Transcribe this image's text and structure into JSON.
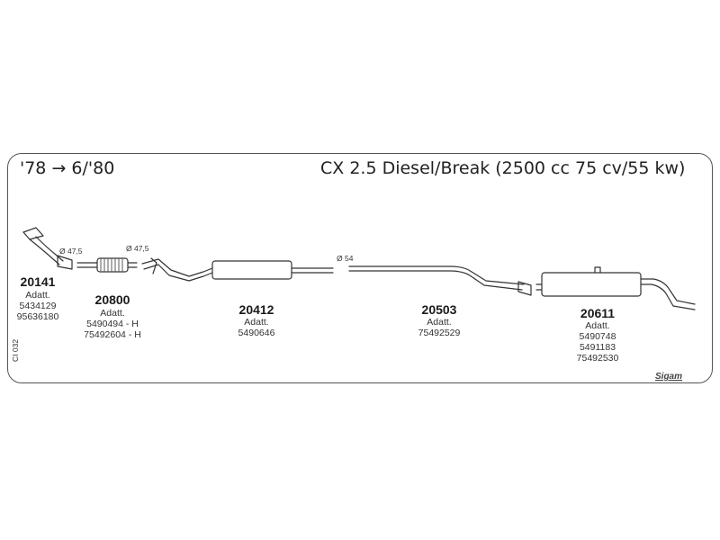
{
  "header": {
    "date_range": "'78 → 6/'80",
    "model": "CX 2.5 Diesel/Break (2500 cc 75 cv/55 kw)"
  },
  "diameters": [
    "Ø 47,5",
    "Ø 47,5",
    "Ø 54"
  ],
  "parts": [
    {
      "number": "20141",
      "label": "Adatt.",
      "refs": [
        "5434129",
        "95636180"
      ]
    },
    {
      "number": "20800",
      "label": "Adatt.",
      "refs": [
        "5490494 - H",
        "75492604 - H"
      ]
    },
    {
      "number": "20412",
      "label": "Adatt.",
      "refs": [
        "5490646"
      ]
    },
    {
      "number": "20503",
      "label": "Adatt.",
      "refs": [
        "75492529"
      ]
    },
    {
      "number": "20611",
      "label": "Adatt.",
      "refs": [
        "5490748",
        "5491183",
        "75492530"
      ]
    }
  ],
  "side_code": "CI 032",
  "brand": "Sigam"
}
